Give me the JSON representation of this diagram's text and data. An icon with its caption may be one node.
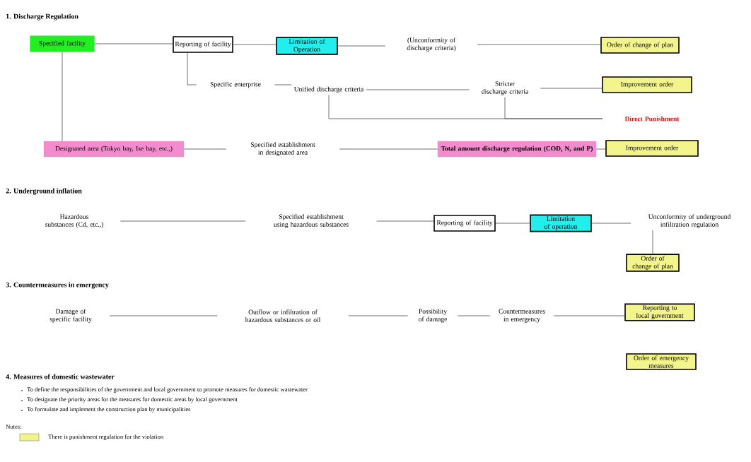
{
  "diagram": {
    "nodes": [
      {
        "text": [
          "Specified facility"
        ]
      },
      {
        "text": [
          "Reporting of facility"
        ]
      },
      {
        "text": [
          "Limitation of Operation"
        ]
      },
      {
        "text": [
          "(Unconformity of discharge criteria)"
        ]
      },
      {
        "text": [
          "Order of change of plan"
        ]
      },
      {
        "text": [
          "Specific enterprise"
        ]
      },
      {
        "text": [
          "Unified discharge criteria"
        ]
      },
      {
        "text": [
          "Stricter discharge criteria"
        ]
      },
      {
        "text": [
          "Improvement order"
        ]
      },
      {
        "text": [
          "Direct Punishment"
        ]
      },
      {
        "text": [
          "Designated area (Tokyo bay, Ise bay, etc.,)"
        ]
      },
      {
        "text": [
          "Specified establishment in designated area"
        ]
      },
      {
        "text": [
          "Total amount discharge regulation (COD, N, and P)"
        ]
      },
      {
        "text": [
          "Improvement order"
        ]
      },
      {
        "text": [
          "Hazardous substances (Cd, etc.,)"
        ]
      },
      {
        "text": [
          "Specified establishment using hazardous substances"
        ]
      },
      {
        "text": [
          "Reporting of facility"
        ]
      },
      {
        "text": [
          "Limitation of operation"
        ]
      },
      {
        "text": [
          "Unconformity of underground infiltration regulation"
        ]
      },
      {
        "text": [
          "Order of change of plan"
        ]
      },
      {
        "text": [
          "Damage of specific facility"
        ]
      },
      {
        "text": [
          "Outflow or infiltration of hazardous substances or oil"
        ]
      },
      {
        "text": [
          "Possibility of damage"
        ]
      },
      {
        "text": [
          "Countermeasures in emergency"
        ]
      },
      {
        "text": [
          "Reporting to local government"
        ]
      },
      {
        "text": [
          "Order of emergency measures"
        ]
      }
    ],
    "edges": [
      {
        "from": 0,
        "to": 1,
        "arrow": "none"
      },
      {
        "from": 1,
        "to": 2,
        "arrow": "none"
      },
      {
        "from": 2,
        "to": 3,
        "arrow": "none"
      },
      {
        "from": 3,
        "to": 4,
        "arrow": "none"
      },
      {
        "from": 1,
        "to": 5,
        "arrow": "none"
      },
      {
        "from": 5,
        "to": 6,
        "arrow": "none"
      },
      {
        "from": 6,
        "to": 7,
        "arrow": "none"
      },
      {
        "from": 7,
        "to": 8,
        "arrow": "none"
      },
      {
        "from": 6,
        "to": 9,
        "arrow": "none"
      },
      {
        "from": 7,
        "to": 9,
        "arrow": "none"
      },
      {
        "from": 0,
        "to": 10,
        "arrow": "none"
      },
      {
        "from": 10,
        "to": 11,
        "arrow": "none"
      },
      {
        "from": 11,
        "to": 12,
        "arrow": "none"
      },
      {
        "from": 12,
        "to": 13,
        "arrow": "none"
      },
      {
        "from": 14,
        "to": 15,
        "arrow": "none"
      },
      {
        "from": 15,
        "to": 16,
        "arrow": "none"
      },
      {
        "from": 16,
        "to": 17,
        "arrow": "none"
      },
      {
        "from": 17,
        "to": 18,
        "arrow": "none"
      },
      {
        "from": 18,
        "to": 19,
        "arrow": "none"
      },
      {
        "from": 20,
        "to": 21,
        "arrow": "none"
      },
      {
        "from": 21,
        "to": 22,
        "arrow": "none"
      },
      {
        "from": 22,
        "to": 23,
        "arrow": "none"
      },
      {
        "from": 23,
        "to": 24,
        "arrow": "none"
      }
    ],
    "labels": [
      "1. Discharge Regulation",
      "2. Underground inflation",
      "3. Countermeasures in emergency",
      "4. Measures of  domestic wastewater",
      "To define the responsibilities of the government and local government to promote measures for domestic wastewater",
      "To designate the priority areas for the measures for domestic areas by local government",
      "To formulate and implement the construction plan by municipalities",
      "Notes:"
    ],
    "legend": [
      {
        "text": "There is punishment regulation for the violation",
        "color": "#f4f48c"
      }
    ]
  }
}
